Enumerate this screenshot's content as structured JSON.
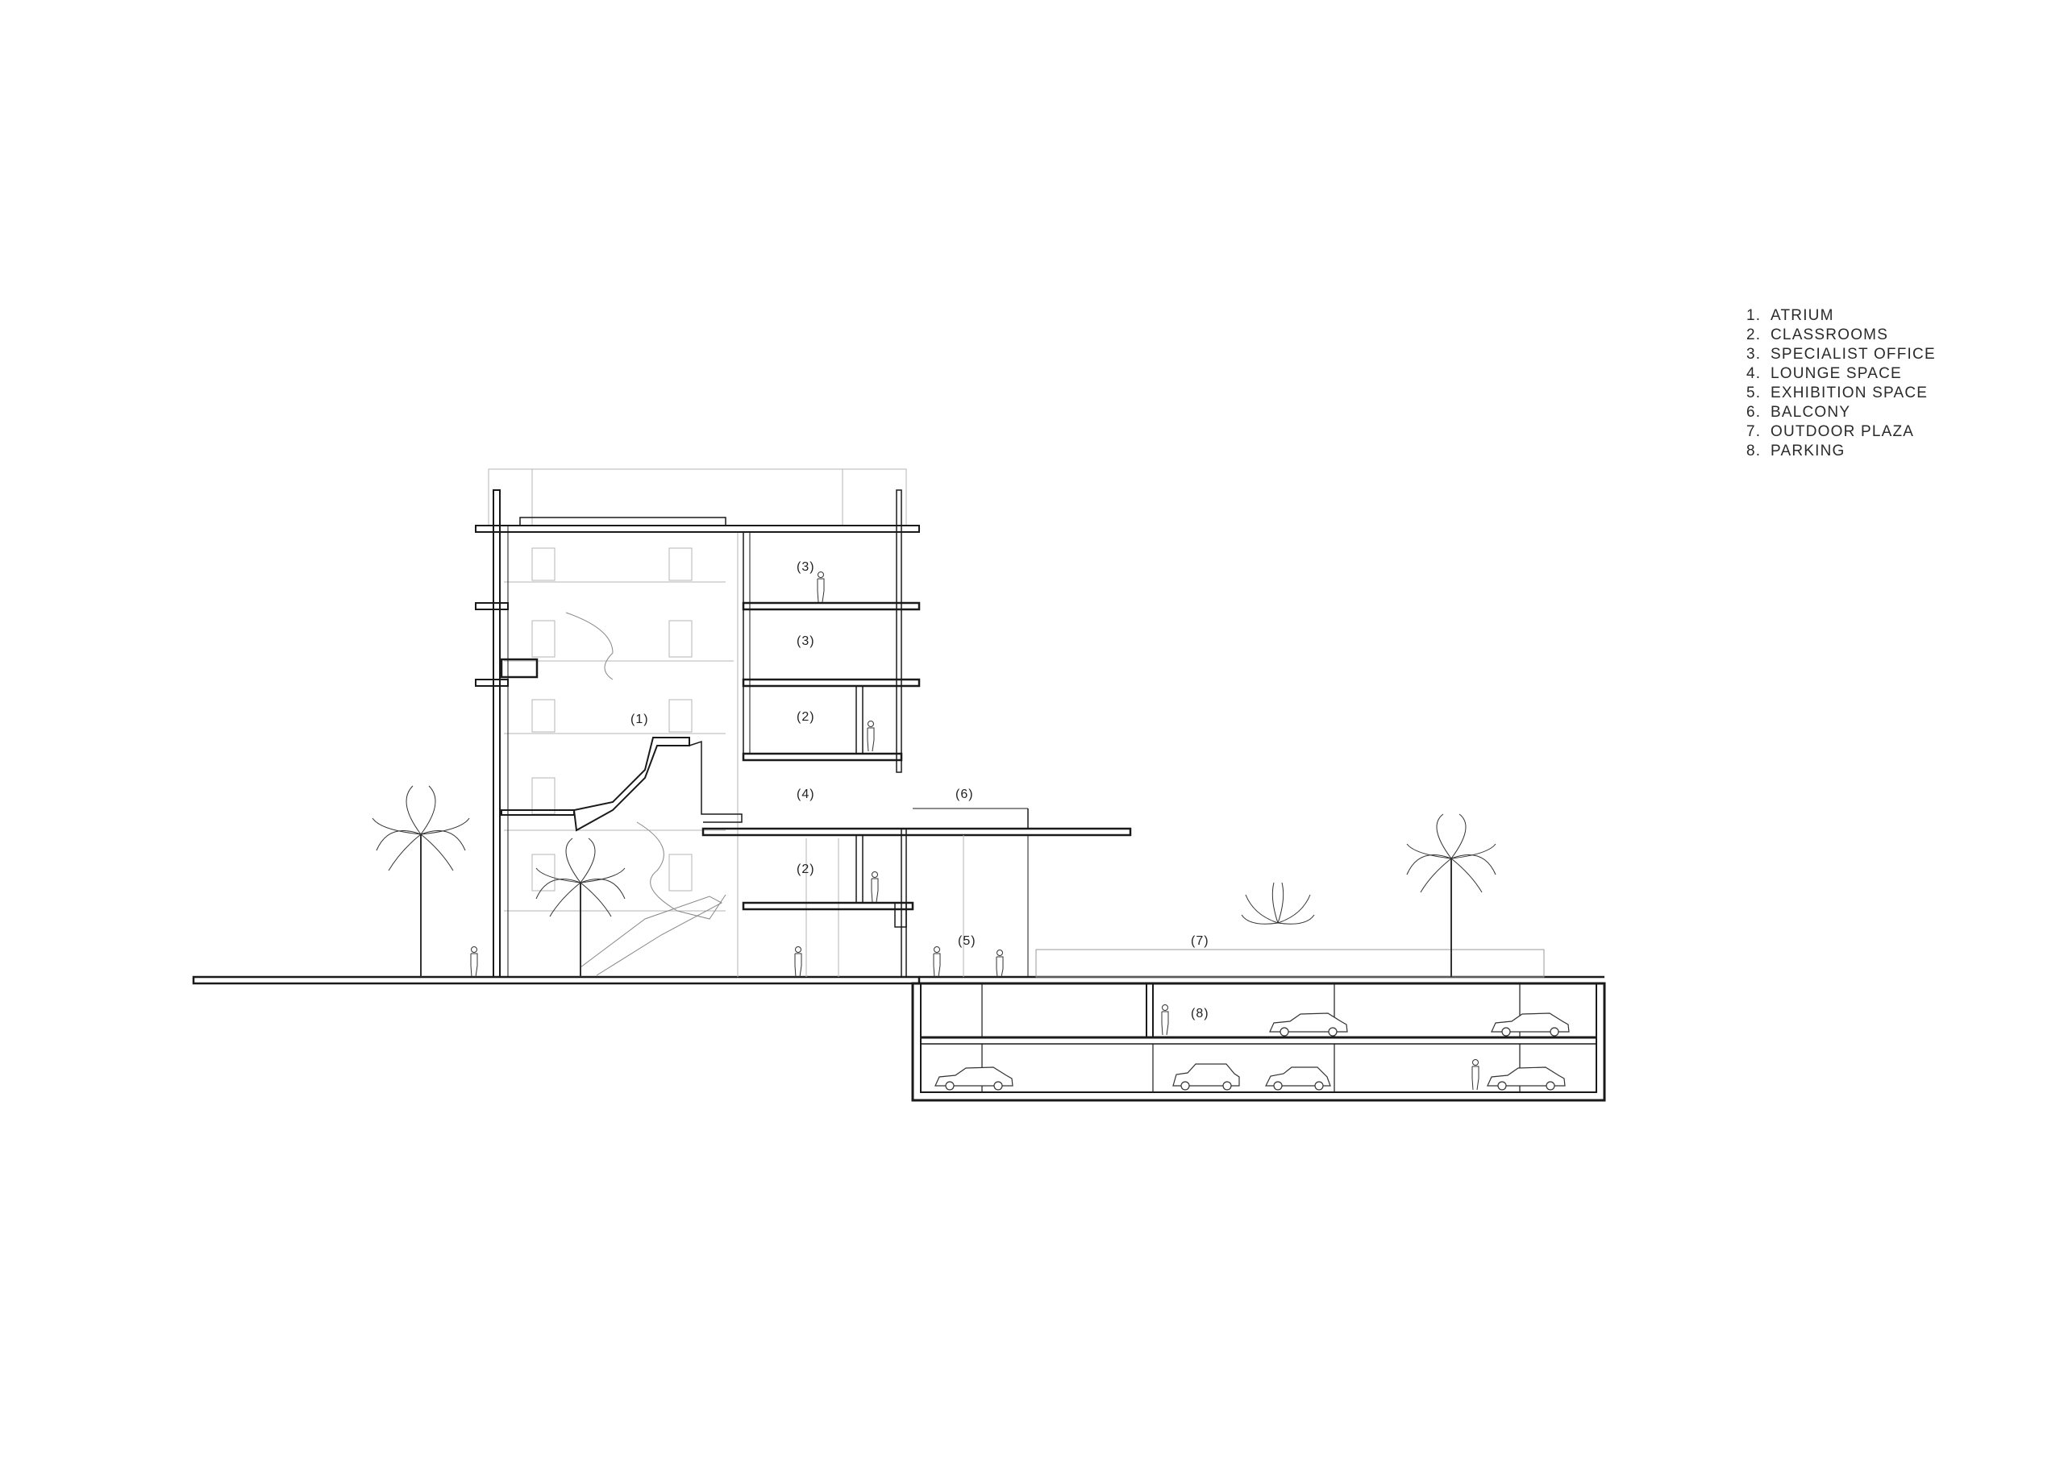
{
  "legend": [
    {
      "num": "1.",
      "label": "ATRIUM"
    },
    {
      "num": "2.",
      "label": "CLASSROOMS"
    },
    {
      "num": "3.",
      "label": "SPECIALIST OFFICE"
    },
    {
      "num": "4.",
      "label": "LOUNGE SPACE"
    },
    {
      "num": "5.",
      "label": "EXHIBITION SPACE"
    },
    {
      "num": "6.",
      "label": "BALCONY"
    },
    {
      "num": "7.",
      "label": "OUTDOOR PLAZA"
    },
    {
      "num": "8.",
      "label": "PARKING"
    }
  ],
  "tags": {
    "atrium": "(1)",
    "classroom_upper": "(2)",
    "classroom_lower": "(2)",
    "office_top": "(3)",
    "office_second": "(3)",
    "lounge": "(4)",
    "exhibition": "(5)",
    "balcony": "(6)",
    "plaza": "(7)",
    "parking": "(8)"
  },
  "colors": {
    "line": "#1a1a1a",
    "light": "#b5b5b5",
    "paper": "#ffffff"
  }
}
